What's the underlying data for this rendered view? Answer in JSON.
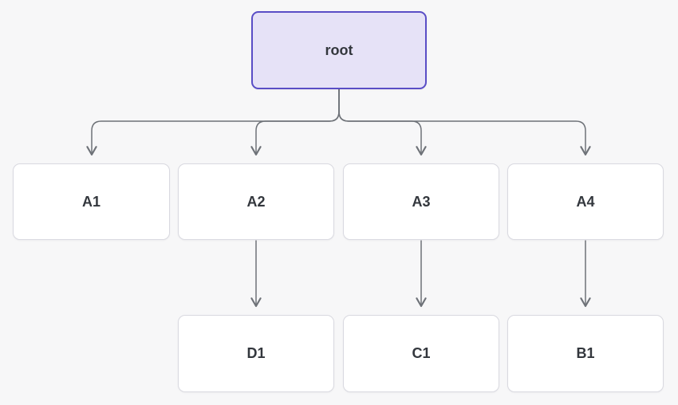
{
  "diagram": {
    "title": "tree-diagram",
    "colors": {
      "background": "#f7f7f8",
      "edge": "#6e7278",
      "root_fill": "#e6e2f7",
      "root_border": "#5a4ec6",
      "node_fill": "#ffffff",
      "node_border": "#d9d9e0",
      "text": "#33373d"
    },
    "root": {
      "id": "root",
      "label": "root"
    },
    "level1": [
      {
        "id": "A1",
        "label": "A1"
      },
      {
        "id": "A2",
        "label": "A2"
      },
      {
        "id": "A3",
        "label": "A3"
      },
      {
        "id": "A4",
        "label": "A4"
      }
    ],
    "level2": [
      {
        "id": "D1",
        "label": "D1"
      },
      {
        "id": "C1",
        "label": "C1"
      },
      {
        "id": "B1",
        "label": "B1"
      }
    ],
    "edges": [
      {
        "from": "root",
        "to": "A1"
      },
      {
        "from": "root",
        "to": "A2"
      },
      {
        "from": "root",
        "to": "A3"
      },
      {
        "from": "root",
        "to": "A4"
      },
      {
        "from": "A2",
        "to": "D1"
      },
      {
        "from": "A3",
        "to": "C1"
      },
      {
        "from": "A4",
        "to": "B1"
      }
    ]
  }
}
